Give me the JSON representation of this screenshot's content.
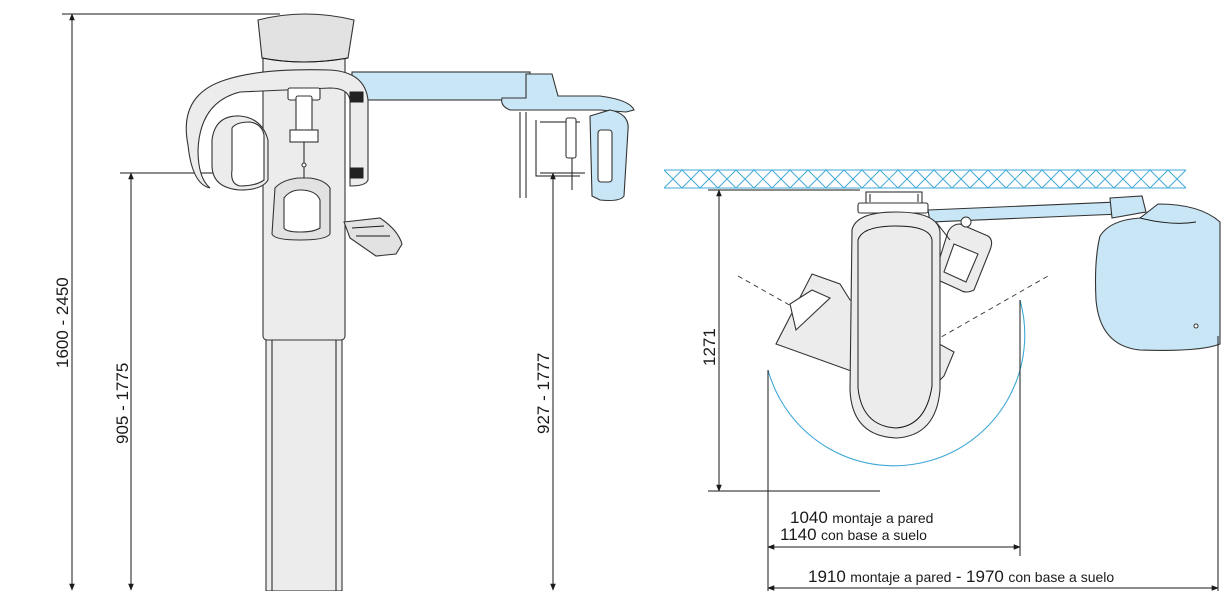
{
  "side_view": {
    "total_height": "1600 - 2450",
    "chin_rest_height": "905 - 1775",
    "ear_rod_height": "927 - 1777"
  },
  "top_view": {
    "wall_distance": "1271",
    "rotation_width_value": "1040",
    "rotation_width_wall": "montaje a pared",
    "rotation_width_value_2": "1140",
    "rotation_width_floor": "con base a suelo",
    "total_width_value": "1910",
    "total_width_wall": "montaje a pared",
    "total_width_separator": "-",
    "total_width_value_2": "1970",
    "total_width_floor": "con base a suelo"
  },
  "colors": {
    "accent_blue": "#c8e6f5",
    "arc_blue": "#3fa9d6",
    "equipment_grey": "#ececec"
  }
}
